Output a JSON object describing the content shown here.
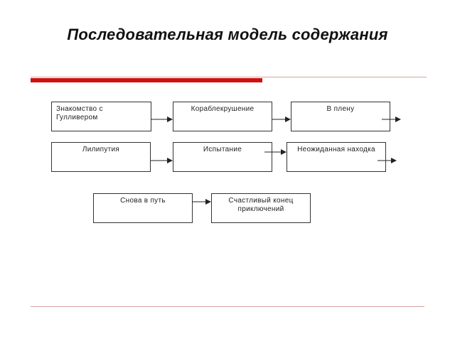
{
  "title": "Последовательная модель содержания",
  "nodes": {
    "n1": "Знакомство с Гулливером",
    "n2": "Кораблекрушение",
    "n3": "В плену",
    "n4": "Лилипутия",
    "n5": "Испытание",
    "n6": "Неожиданная находка",
    "n7": "Снова в путь",
    "n8": "Счастливый конец приключений"
  }
}
